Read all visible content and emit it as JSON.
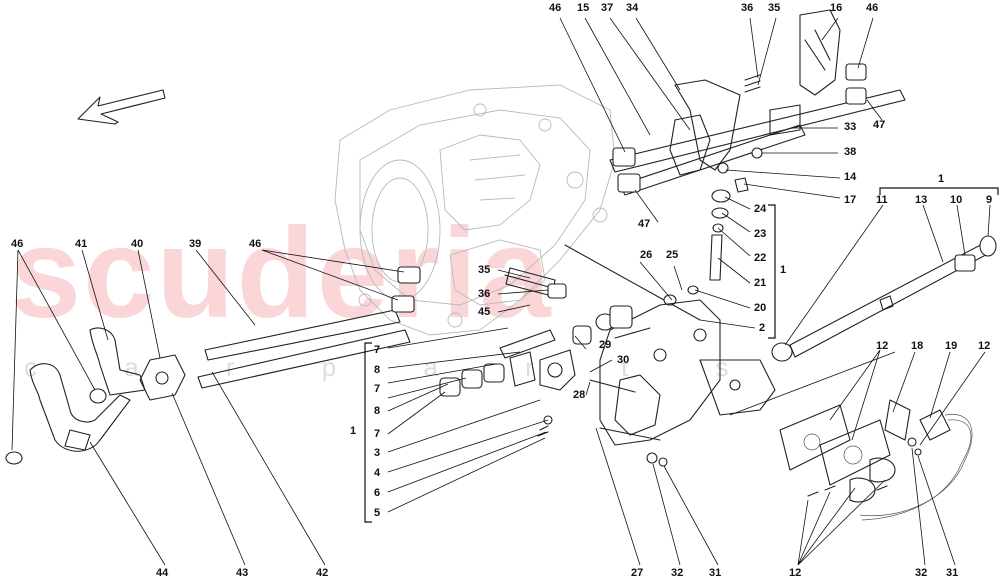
{
  "watermark": {
    "brand": "scuderia",
    "sub": "c a r   p a r t s"
  },
  "callouts": {
    "c46a": "46",
    "c15": "15",
    "c37": "37",
    "c34": "34",
    "c36a": "36",
    "c35a": "35",
    "c16": "16",
    "c46b": "46",
    "c47a": "47",
    "c33": "33",
    "c38": "38",
    "c14": "14",
    "c17": "17",
    "c47b": "47",
    "c24": "24",
    "c23": "23",
    "c22": "22",
    "c21": "21",
    "c20": "20",
    "c2": "2",
    "c1top": "1",
    "c1right": "1",
    "c11": "11",
    "c13": "13",
    "c10": "10",
    "c9": "9",
    "c46c": "46",
    "c41": "41",
    "c40": "40",
    "c39": "39",
    "c46d": "46",
    "c35b": "35",
    "c36b": "36",
    "c45": "45",
    "c26": "26",
    "c25": "25",
    "c29": "29",
    "c30": "30",
    "c28": "28",
    "c7a": "7",
    "c8a": "8",
    "c7b": "7",
    "c8b": "8",
    "c7c": "7",
    "c3": "3",
    "c4": "4",
    "c6": "6",
    "c5": "5",
    "c1left": "1",
    "c12a": "12",
    "c18": "18",
    "c19": "19",
    "c12b": "12",
    "c44": "44",
    "c43": "43",
    "c42": "42",
    "c27": "27",
    "c32a": "32",
    "c31a": "31",
    "c12c": "12",
    "c32b": "32",
    "c31b": "31"
  }
}
